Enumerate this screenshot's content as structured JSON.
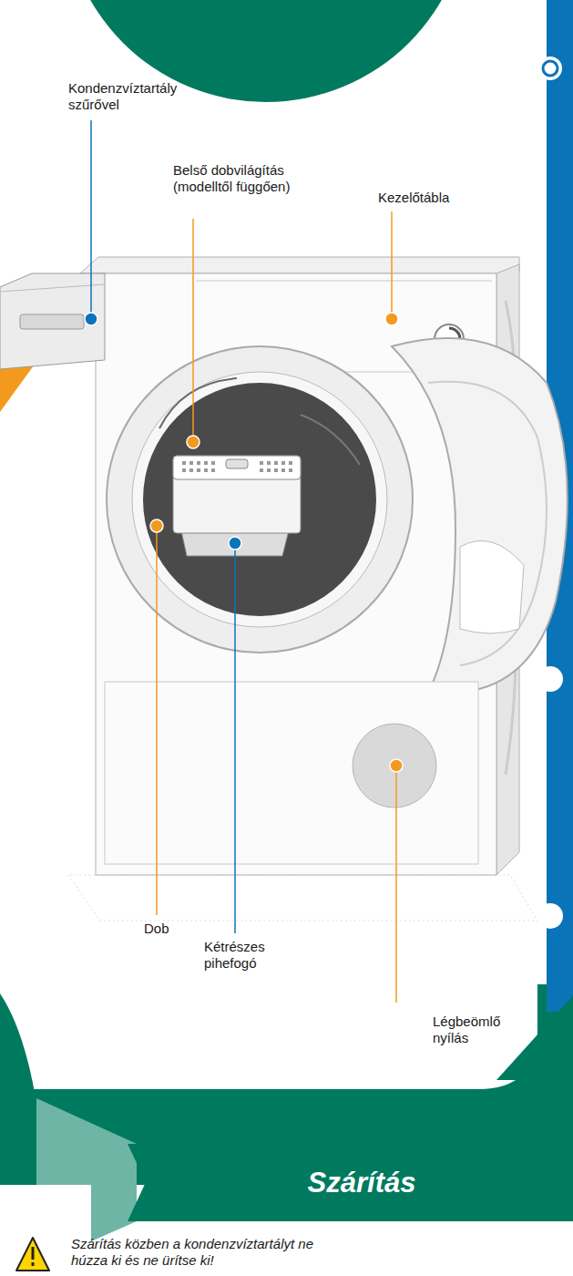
{
  "diagram": {
    "nodes": [
      {
        "text": [
          "Szárítás"
        ]
      }
    ],
    "labels": [
      "Kondenzvíztartály szűrővel",
      "Belső dobvilágítás (modelltől függően)",
      "Kezelőtábla",
      "Dob",
      "Kétrészes pihefogó",
      "Légbeömlő nyílás",
      "Szárítás közben a kondenzvíztartályt ne húzza ki és ne ürítse ki!"
    ]
  }
}
